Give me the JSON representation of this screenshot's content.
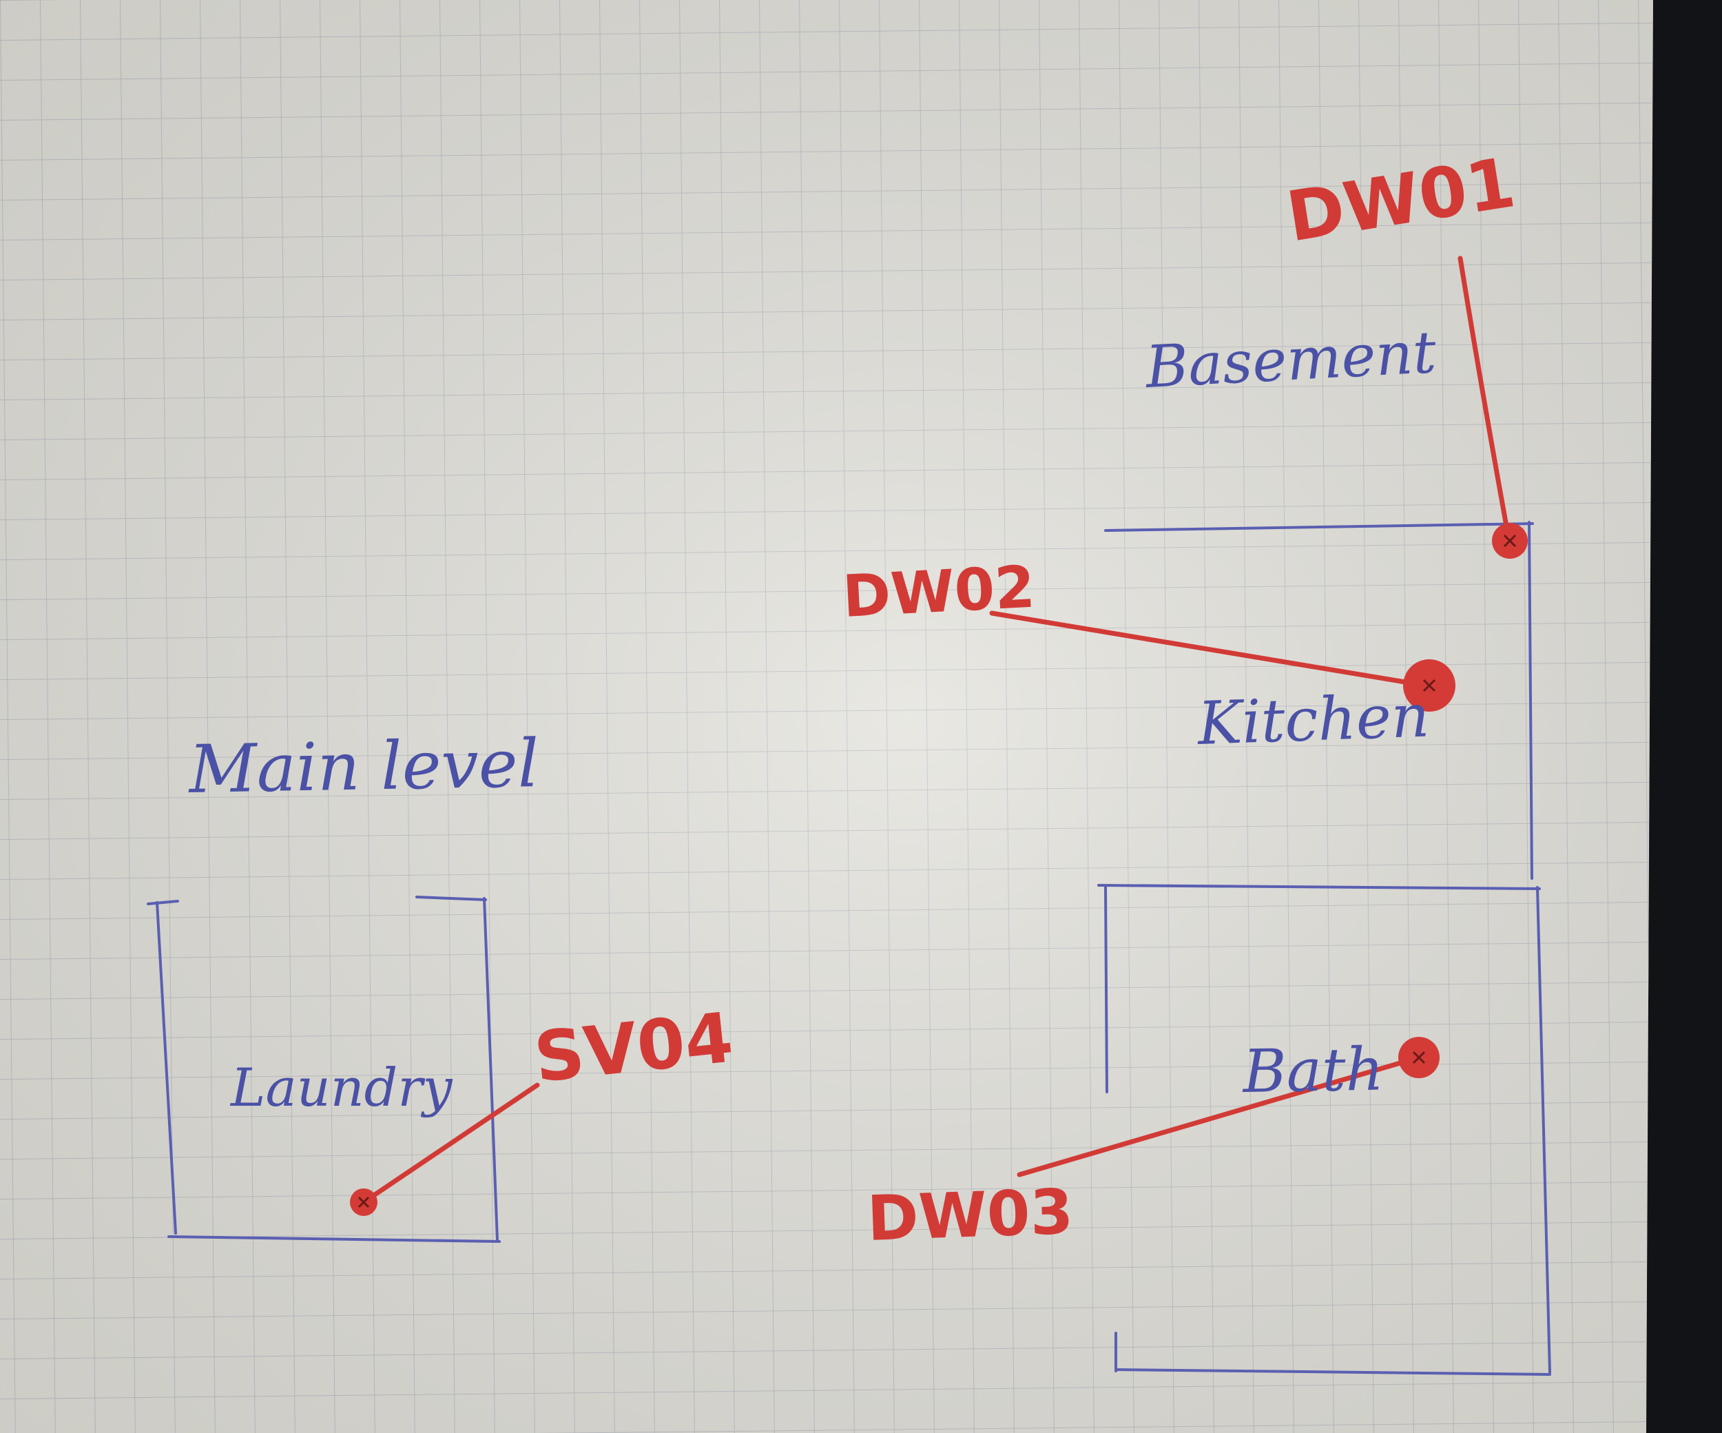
{
  "diagram": {
    "colors": {
      "paper": "#e4e3dc",
      "grid": "#bfc1c6",
      "room_outline": "#5a5fb2",
      "label_ink": "#4a51a6",
      "marker_ink": "#d23a36",
      "background": "#121317"
    },
    "areas": {
      "basement": "Basement",
      "main_level": "Main level"
    },
    "rooms": {
      "kitchen": "Kitchen",
      "bath": "Bath",
      "laundry": "Laundry"
    },
    "markers": {
      "dw01": "DW01",
      "dw02": "DW02",
      "dw03": "DW03",
      "sv04": "SV04"
    }
  }
}
